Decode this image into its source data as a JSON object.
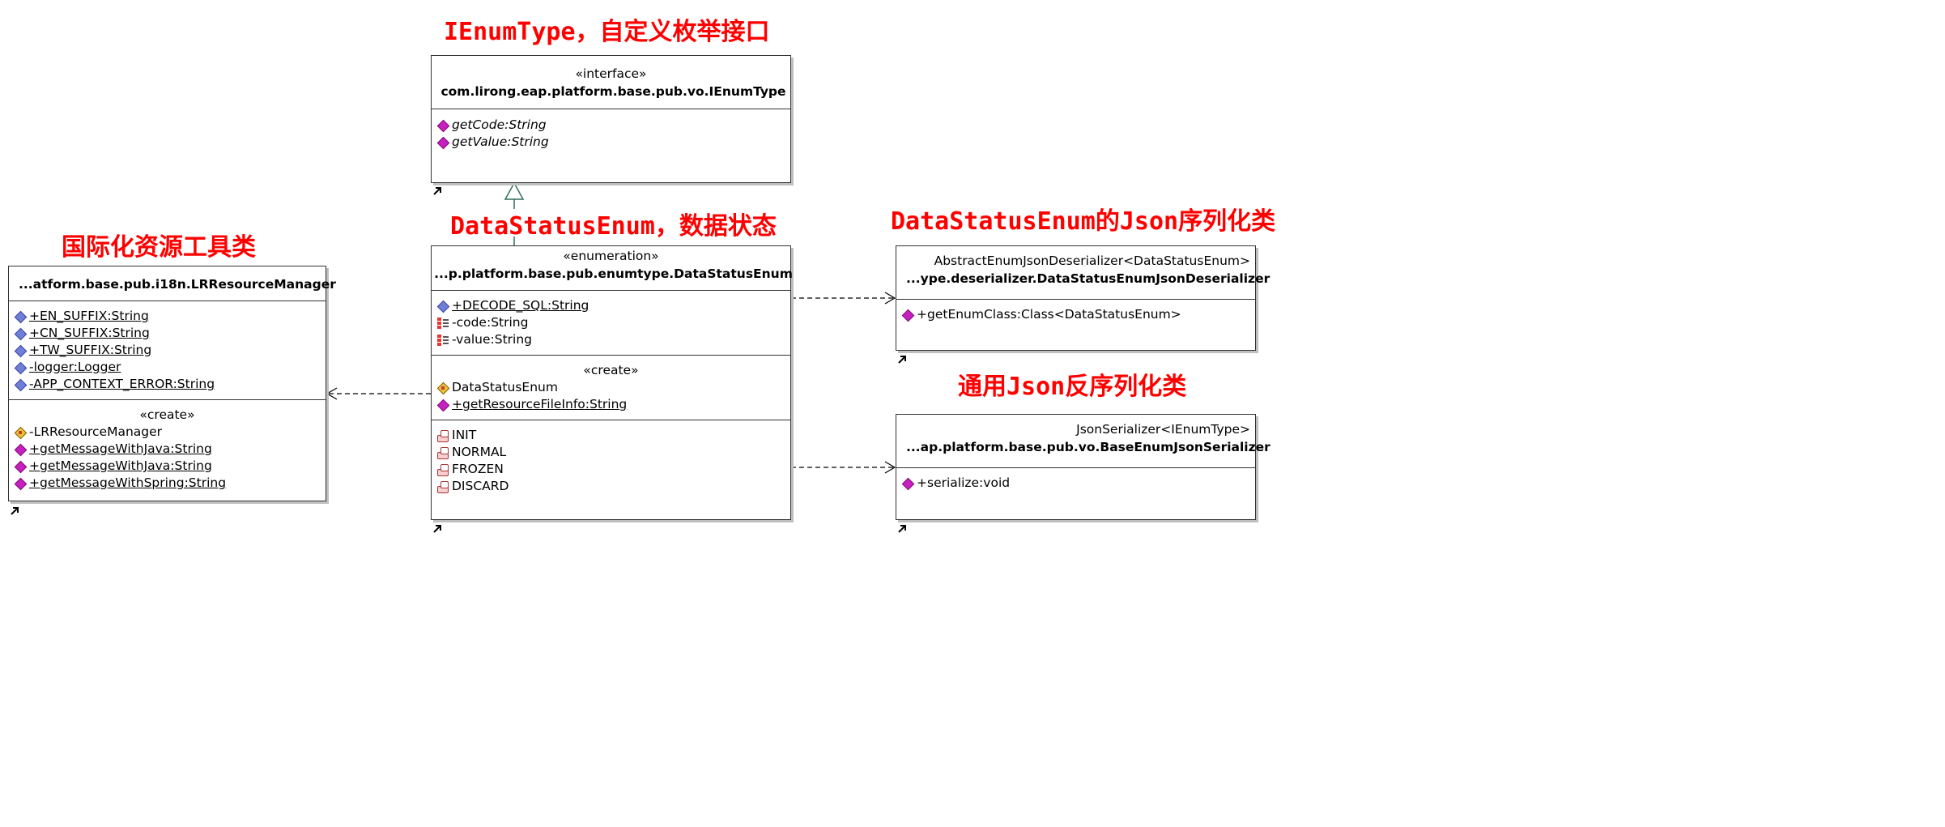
{
  "annotations": {
    "interface": "IEnumType，自定义枚举接口",
    "enum": "DataStatusEnum，数据状态",
    "resource": "国际化资源工具类",
    "deserializer": "DataStatusEnum的Json序列化类",
    "serializer": "通用Json反序列化类"
  },
  "interface_box": {
    "stereotype": "«interface»",
    "name": "com.lirong.eap.platform.base.pub.vo.IEnumType",
    "methods": [
      "getCode:String",
      "getValue:String"
    ],
    "icon": "interface-icon"
  },
  "enum_box": {
    "stereotype": "«enumeration»",
    "name": "...p.platform.base.pub.enumtype.DataStatusEnum",
    "fields": [
      {
        "text": "+DECODE_SQL:String",
        "icon": "static-field-icon"
      },
      {
        "text": "-code:String",
        "icon": "enum-field-icon"
      },
      {
        "text": "-value:String",
        "icon": "enum-field-icon"
      }
    ],
    "create_stereotype": "«create»",
    "constructor": "DataStatusEnum",
    "methods": [
      "+getResourceFileInfo:String"
    ],
    "literals": [
      "INIT",
      "NORMAL",
      "FROZEN",
      "DISCARD"
    ],
    "icon": "enumeration-icon"
  },
  "resource_box": {
    "name": "...atform.base.pub.i18n.LRResourceManager",
    "fields": [
      "+EN_SUFFIX:String",
      "+CN_SUFFIX:String",
      "+TW_SUFFIX:String",
      "-logger:Logger",
      "-APP_CONTEXT_ERROR:String"
    ],
    "create_stereotype": "«create»",
    "constructor": "-LRResourceManager",
    "methods": [
      "+getMessageWithJava:String",
      "+getMessageWithJava:String",
      "+getMessageWithSpring:String"
    ],
    "icon": "class-icon"
  },
  "deserializer_box": {
    "superclass": "AbstractEnumJsonDeserializer<DataStatusEnum>",
    "name": "...ype.deserializer.DataStatusEnumJsonDeserializer",
    "methods": [
      "+getEnumClass:Class<DataStatusEnum>"
    ],
    "icon": "class-icon"
  },
  "serializer_box": {
    "superclass": "JsonSerializer<IEnumType>",
    "name": "...ap.platform.base.pub.vo.BaseEnumJsonSerializer",
    "methods": [
      "+serialize:void"
    ],
    "icon": "class-icon"
  },
  "colors": {
    "annotation": "#ff0000",
    "border": "#333333",
    "shadow": "#bfbfbf",
    "realization": "#2f6f5f"
  }
}
